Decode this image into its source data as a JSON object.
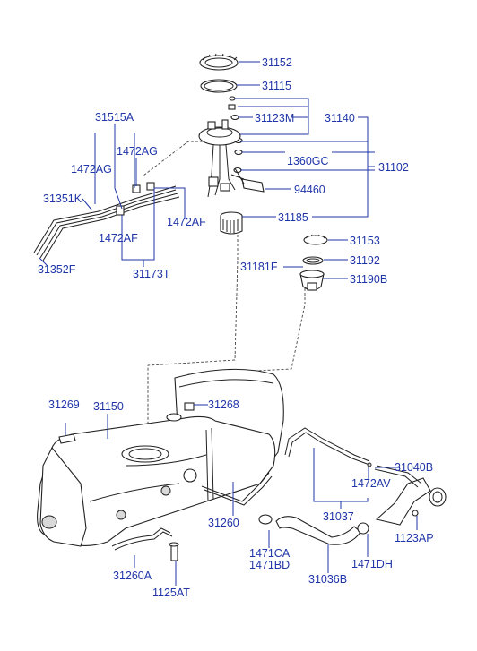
{
  "diagram": {
    "labels": {
      "p31152": "31152",
      "p31115": "31115",
      "p31123M": "31123M",
      "p31140": "31140",
      "p31515A": "31515A",
      "p1472AG_a": "1472AG",
      "p1472AG_b": "1472AG",
      "p1360GC": "1360GC",
      "p31102": "31102",
      "p94460": "94460",
      "p31351K": "31351K",
      "p31185": "31185",
      "p1472AF_a": "1472AF",
      "p1472AF_b": "1472AF",
      "p31153": "31153",
      "p31181F": "31181F",
      "p31192": "31192",
      "p31352F": "31352F",
      "p31173T": "31173T",
      "p31190B": "31190B",
      "p31269": "31269",
      "p31150": "31150",
      "p31268": "31268",
      "p31040B": "31040B",
      "p1472AV": "1472AV",
      "p31037": "31037",
      "p31260": "31260",
      "p1123AP": "1123AP",
      "p1471CA": "1471CA",
      "p1471BD": "1471BD",
      "p1471DH": "1471DH",
      "p31260A": "31260A",
      "p31036B": "31036B",
      "p1125AT": "1125AT"
    },
    "colors": {
      "label": "#1f35a8",
      "line": "#1f35a8",
      "part": "#222222"
    }
  }
}
